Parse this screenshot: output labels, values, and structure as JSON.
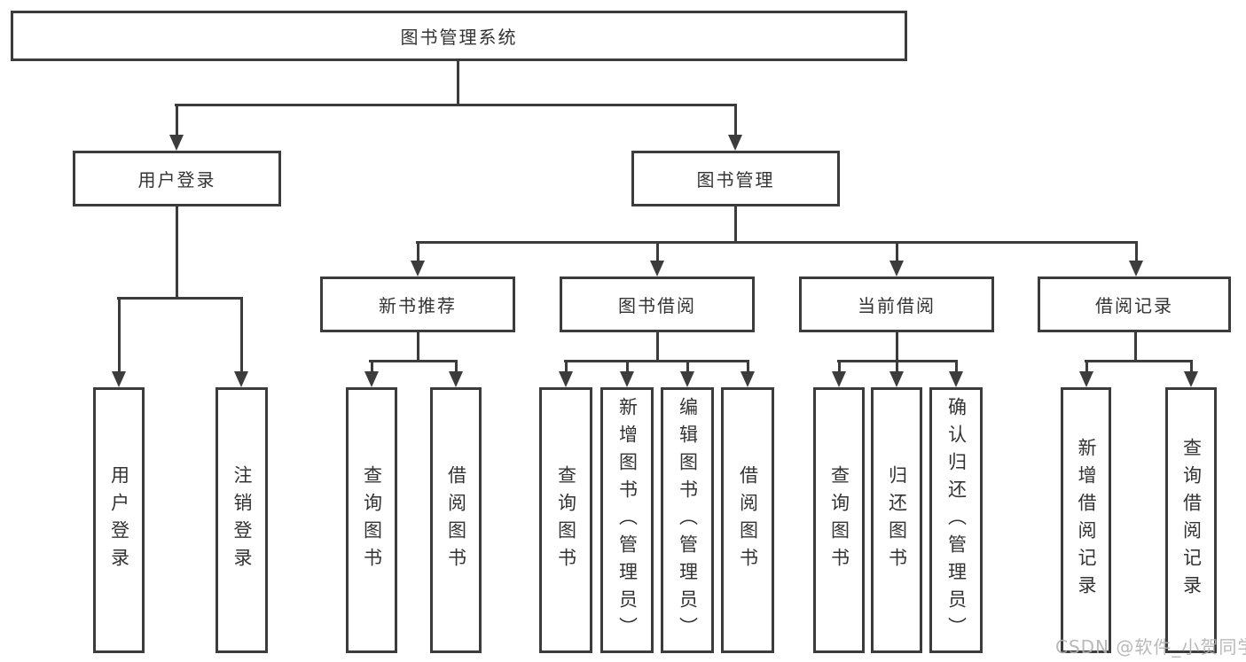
{
  "diagram": {
    "root": {
      "label": "图书管理系统"
    },
    "branches": [
      {
        "label": "用户登录",
        "leaves": [
          {
            "label": "用户登录"
          },
          {
            "label": "注销登录"
          }
        ]
      },
      {
        "label": "图书管理",
        "groups": [
          {
            "label": "新书推荐",
            "leaves": [
              {
                "label": "查询图书"
              },
              {
                "label": "借阅图书"
              }
            ]
          },
          {
            "label": "图书借阅",
            "leaves": [
              {
                "label": "查询图书"
              },
              {
                "label": "新增图书（管理员）"
              },
              {
                "label": "编辑图书（管理员）"
              },
              {
                "label": "借阅图书"
              }
            ]
          },
          {
            "label": "当前借阅",
            "leaves": [
              {
                "label": "查询图书"
              },
              {
                "label": "归还图书"
              },
              {
                "label": "确认归还（管理员）"
              }
            ]
          },
          {
            "label": "借阅记录",
            "leaves": [
              {
                "label": "新增借阅记录"
              },
              {
                "label": "查询借阅记录"
              }
            ]
          }
        ]
      }
    ]
  },
  "watermark": {
    "text": "CSDN @软件_小贺同学"
  },
  "colors": {
    "line": "#3c3c3c",
    "text": "#333333",
    "background": "#ffffff",
    "watermark": "#b2b2b2"
  }
}
